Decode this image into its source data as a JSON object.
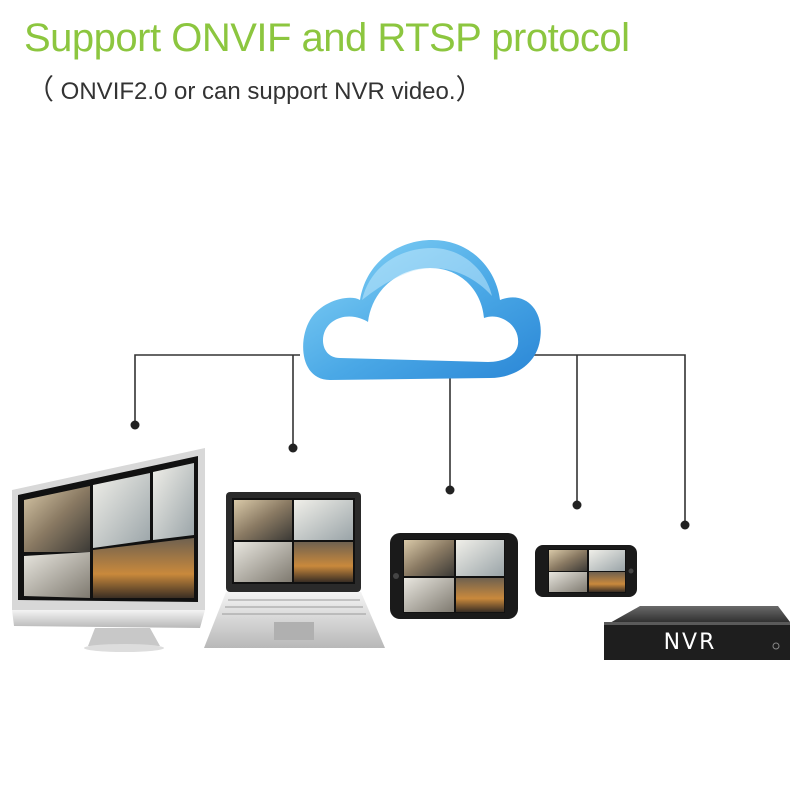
{
  "header": {
    "title": "Support ONVIF and RTSP protocol",
    "subtitle_open": "（",
    "subtitle": " ONVIF2.0 or can support NVR video.",
    "subtitle_close": "）"
  },
  "devices": {
    "nvr_label": "NVR"
  },
  "colors": {
    "title": "#8cc63f",
    "cloud_light": "#7fd0f5",
    "cloud_dark": "#2a86d6",
    "line": "#333333",
    "nvr_body": "#1e1e1e"
  },
  "icons": [
    "cloud-icon",
    "desktop-monitor-icon",
    "laptop-icon",
    "tablet-icon",
    "smartphone-icon",
    "nvr-recorder-icon"
  ]
}
